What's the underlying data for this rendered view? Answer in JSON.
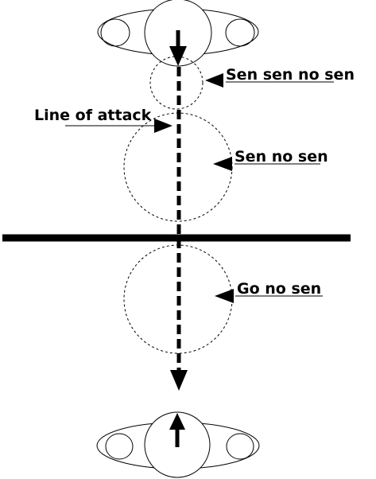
{
  "labels": {
    "sen_sen_no_sen": "Sen sen no sen",
    "line_of_attack": "Line of attack",
    "sen_no_sen": "Sen no sen",
    "go_no_sen": "Go no sen"
  }
}
